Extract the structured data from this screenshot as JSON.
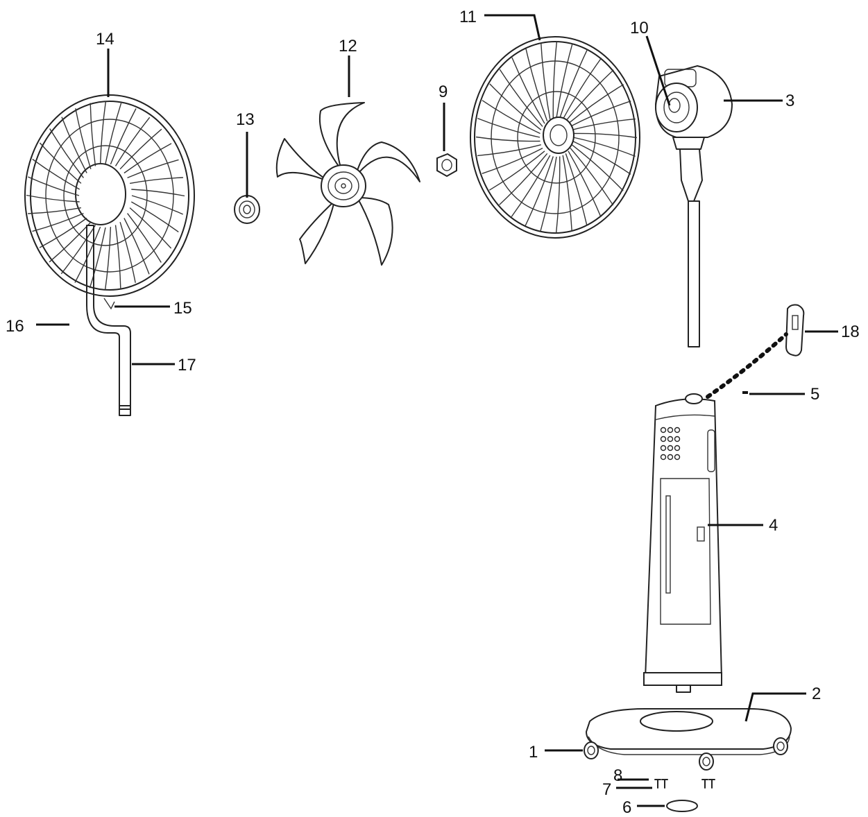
{
  "callouts": {
    "p1": "1",
    "p2": "2",
    "p3": "3",
    "p4": "4",
    "p5": "5",
    "p6": "6",
    "p7": "7",
    "p8": "8",
    "p9": "9",
    "p10": "10",
    "p11": "11",
    "p12": "12",
    "p13": "13",
    "p14": "14",
    "p15": "15",
    "p16": "16",
    "p17": "17",
    "p18": "18"
  }
}
